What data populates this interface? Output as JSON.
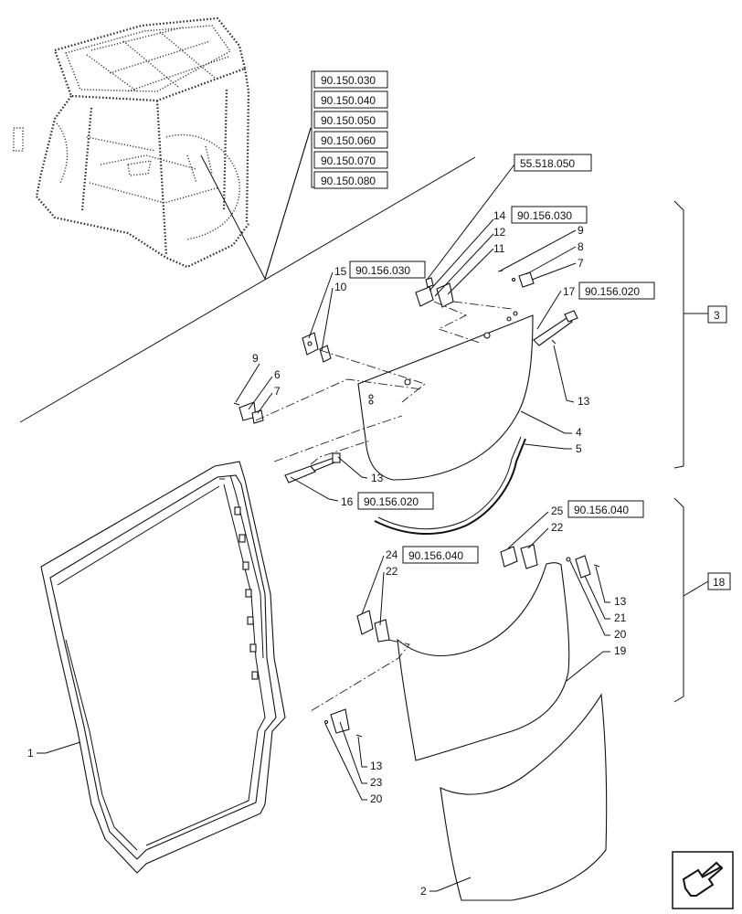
{
  "cab_refs": [
    "90.150.030",
    "90.150.040",
    "90.150.050",
    "90.150.060",
    "90.150.070",
    "90.150.080"
  ],
  "ref_boxes": {
    "r55518050": "55.518.050",
    "r90156030_a": "90.156.030",
    "r90156030_b": "90.156.030",
    "r90156020_a": "90.156.020",
    "r90156020_b": "90.156.020",
    "r90156040_a": "90.156.040",
    "r90156040_b": "90.156.040"
  },
  "group_refs": {
    "g3": "3",
    "g18": "18"
  },
  "callouts": {
    "c1": "1",
    "c2": "2",
    "c4": "4",
    "c5": "5",
    "c6": "6",
    "c7a": "7",
    "c7b": "7",
    "c8": "8",
    "c9a": "9",
    "c9b": "9",
    "c10": "10",
    "c11": "11",
    "c12": "12",
    "c13a": "13",
    "c13b": "13",
    "c13c": "13",
    "c13d": "13",
    "c14": "14",
    "c15": "15",
    "c16": "16",
    "c17": "17",
    "c19": "19",
    "c20a": "20",
    "c20b": "20",
    "c21": "21",
    "c22a": "22",
    "c22b": "22",
    "c23": "23",
    "c24": "24",
    "c25": "25"
  },
  "icons": {
    "nav": "arrow-nav-icon"
  }
}
